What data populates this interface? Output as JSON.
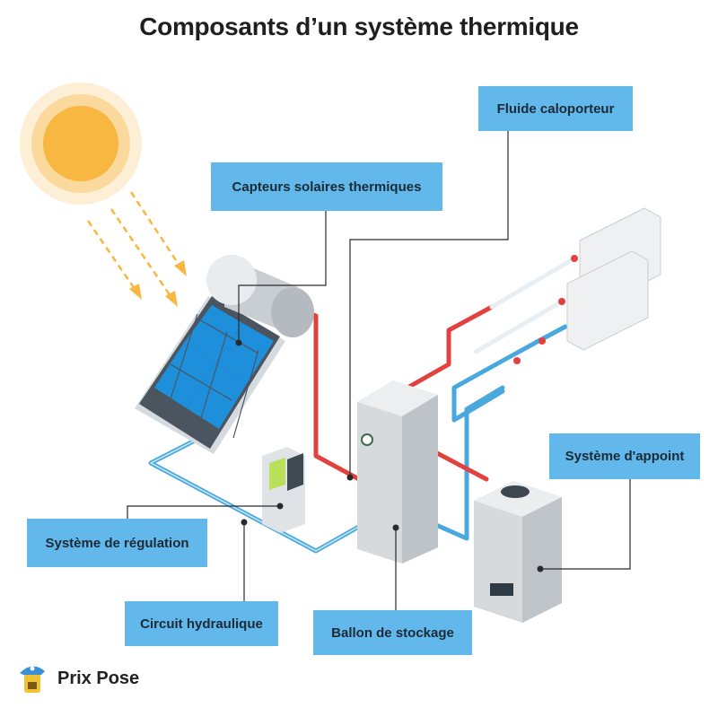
{
  "title": "Composants d’un système thermique",
  "labels": {
    "fluide": "Fluide caloporteur",
    "capteurs": "Capteurs solaires thermiques",
    "appoint": "Système d'appoint",
    "regulation": "Système de régulation",
    "circuit": "Circuit hydraulique",
    "ballon": "Ballon de stockage"
  },
  "brand": {
    "name": "Prix Pose"
  },
  "colors": {
    "label_bg": "#62b8ea",
    "hot_pipe": "#e2423f",
    "cold_pipe": "#49a9de",
    "sun_core": "#f7b740",
    "sun_halo": "#fde5bf",
    "panel_cell": "#1e8fdb"
  }
}
